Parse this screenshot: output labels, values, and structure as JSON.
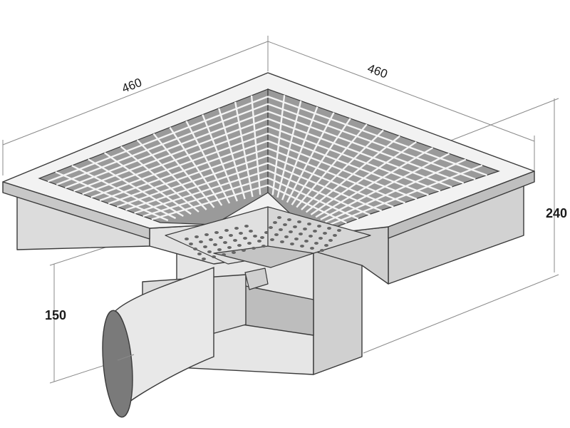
{
  "dimensions": {
    "width_left": "460",
    "width_right": "460",
    "height_total": "240",
    "height_outlet": "150"
  },
  "colors": {
    "outline": "#3a3a3a",
    "dimension_line": "#8a8a8a",
    "body_light": "#eeeeee",
    "body_mid": "#d6d6d6",
    "body_dark": "#b8b8b8",
    "grate_cell": "#9a9a9a",
    "grate_bar": "#f4f4f4",
    "pipe_inner": "#7a7a7a"
  }
}
